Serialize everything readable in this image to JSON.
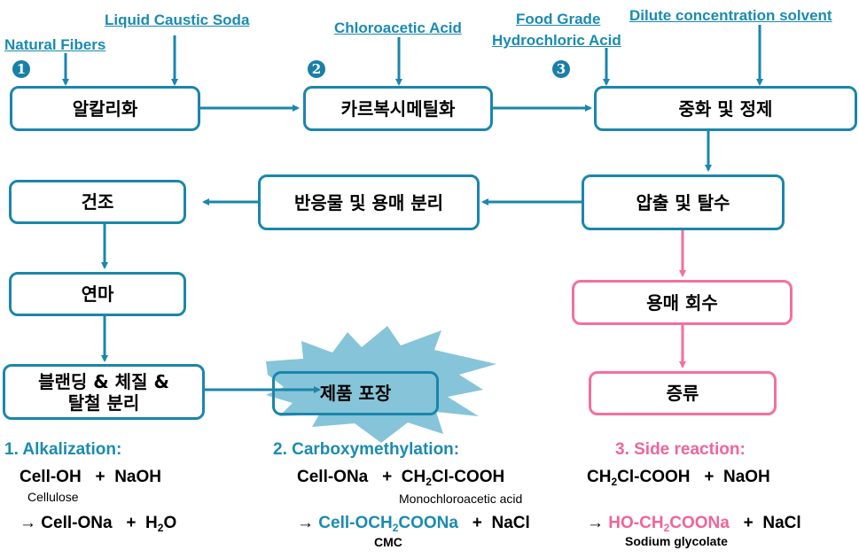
{
  "inputs": {
    "natural_fibers": "Natural Fibers",
    "liquid_caustic_soda": "Liquid Caustic Soda",
    "chloroacetic_acid": "Chloroacetic Acid",
    "food_grade_hcl_line1": "Food Grade",
    "food_grade_hcl_line2": "Hydrochloric Acid",
    "dilute_solvent": "Dilute concentration solvent"
  },
  "step_markers": [
    "1",
    "2",
    "3"
  ],
  "process_boxes": {
    "alkalization": "알칼리화",
    "carboxymethylation": "카르복시메틸화",
    "neutralization": "중화 및 정제",
    "pressing": "압출 및 탈수",
    "separation": "반응물 및 용매 분리",
    "drying": "건조",
    "grinding": "연마",
    "blending_line1": "블랜딩 & 체질 &",
    "blending_line2": "탈철 분리",
    "packaging": "제품 포장",
    "solvent_recovery": "용매 회수",
    "distillation": "증류"
  },
  "colors": {
    "main_flow": "#1a86ac",
    "side_flow": "#f56f9c",
    "starburst": "#86c4d9"
  },
  "reactions": {
    "alkalization": {
      "heading": "1. Alkalization:",
      "reactant1": "Cell-OH",
      "plus": "+",
      "reactant2": "NaOH",
      "reactant1_note": "Cellulose",
      "arrow": "→",
      "product1": "Cell-ONa",
      "product2_pre": "H",
      "product2_sub": "2",
      "product2_post": "O"
    },
    "carboxymethylation": {
      "heading": "2. Carboxymethylation:",
      "reactant1": "Cell-ONa",
      "plus": "+",
      "reactant2_pre": "CH",
      "reactant2_sub": "2",
      "reactant2_post": "Cl-COOH",
      "reactant2_note": "Monochloroacetic acid",
      "arrow": "→",
      "product1_pre": "Cell-OCH",
      "product1_sub": "2",
      "product1_post": "COONa",
      "product1_note": "CMC",
      "product2": "NaCl"
    },
    "side_reaction": {
      "heading": "3. Side reaction:",
      "reactant1_pre": "CH",
      "reactant1_sub": "2",
      "reactant1_post": "Cl-COOH",
      "plus": "+",
      "reactant2": "NaOH",
      "arrow": "→",
      "product1_pre": "HO-CH",
      "product1_sub": "2",
      "product1_post": "COONa",
      "product1_note": "Sodium glycolate",
      "product2": "NaCl"
    }
  }
}
